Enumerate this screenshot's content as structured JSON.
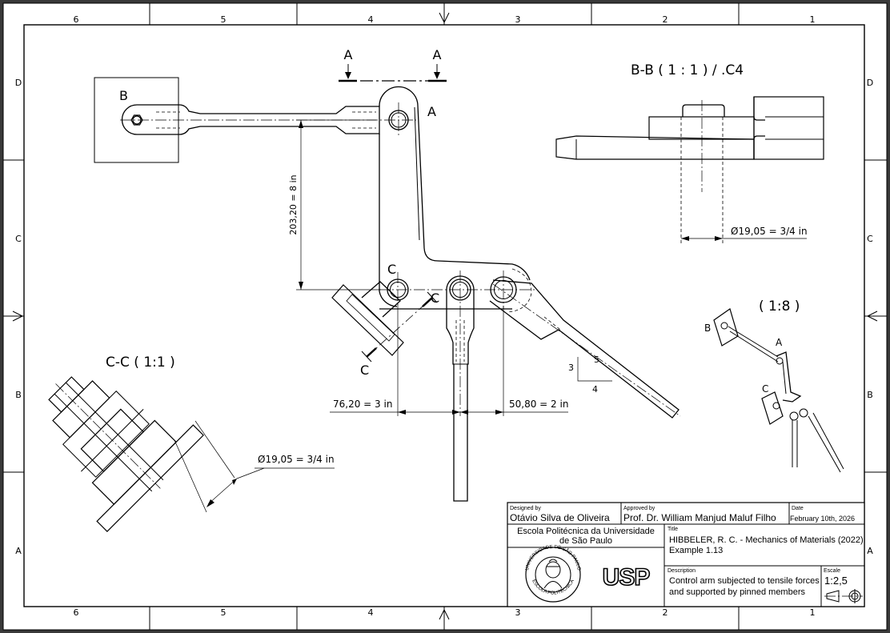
{
  "border": {
    "columns_top": [
      "6",
      "5",
      "4",
      "3",
      "2",
      "1"
    ],
    "columns_bottom": [
      "6",
      "5",
      "4",
      "3",
      "2",
      "1"
    ],
    "rows_left": [
      "D",
      "C",
      "B",
      "A"
    ],
    "rows_right": [
      "D",
      "C",
      "B",
      "A"
    ]
  },
  "views": {
    "section_aa_label_left": "A",
    "section_aa_label_right": "A",
    "point_b": "B",
    "point_a": "A",
    "point_c": "C",
    "section_cc_mark_top": "C",
    "section_cc_mark_bottom": "C",
    "bb_title": "B-B ( 1 : 1 ) / .C4",
    "cc_title": "C-C ( 1:1 )",
    "iso_title": "( 1:8 )",
    "iso_b": "B",
    "iso_a": "A",
    "iso_c": "C"
  },
  "dimensions": {
    "vertical": "203,20 = 8 in",
    "left_horizontal": "76,20 = 3 in",
    "right_horizontal": "50,80 = 2 in",
    "bb_diameter": "Ø19,05 = 3/4 in",
    "cc_diameter": "Ø19,05 = 3/4 in",
    "slope_3": "3",
    "slope_4": "4",
    "slope_5": "5"
  },
  "title_block": {
    "designed_by_label": "Designed by",
    "designed_by": "Otávio Silva de Oliveira",
    "approved_by_label": "Approved by",
    "approved_by": "Prof. Dr. William Manjud Maluf Filho",
    "date_label": "Date",
    "date": "February 10th, 2026",
    "school_line1": "Escola Politécnica da Universidade",
    "school_line2": "de São Paulo",
    "title_label": "Title",
    "title_line1": "HIBBELER, R. C. - Mechanics of Materials (2022)",
    "title_line2": "Example 1.13",
    "description_label": "Description",
    "description_line1": "Control arm subjected to tensile forces",
    "description_line2": "and supported by pinned members",
    "scale_label": "Escale",
    "scale": "1:2,5",
    "seal_ring_top": "UNIVERSIDADE DE SÃO PAULO",
    "seal_ring_bottom": "ESCOLA POLITÉCNICA",
    "logo_text": "USP"
  }
}
